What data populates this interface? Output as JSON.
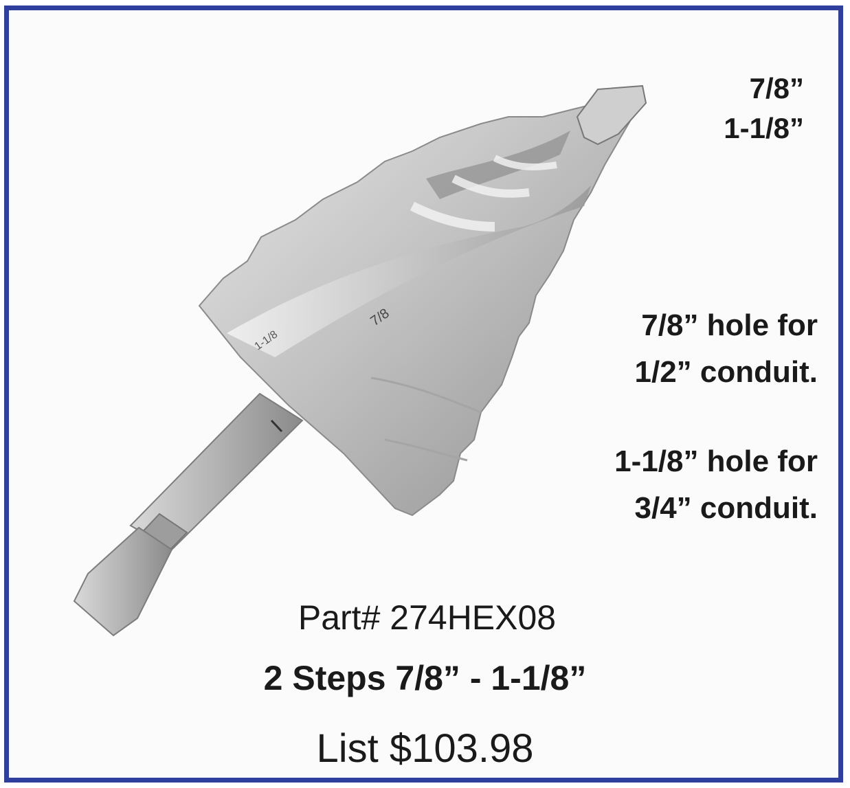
{
  "sizes": {
    "small": "7/8”",
    "large": "1-1/8”"
  },
  "notes": [
    {
      "line1": "7/8” hole for",
      "line2": "1/2” conduit."
    },
    {
      "line1": "1-1/8” hole for",
      "line2": "3/4” conduit."
    }
  ],
  "product": {
    "part": "Part# 274HEX08",
    "description": "2 Steps 7/8” - 1-1/8”",
    "price": "List $103.98"
  },
  "colors": {
    "border": "#2f3f9e",
    "text": "#1a1a1a",
    "metal": "#b9b9b9"
  }
}
